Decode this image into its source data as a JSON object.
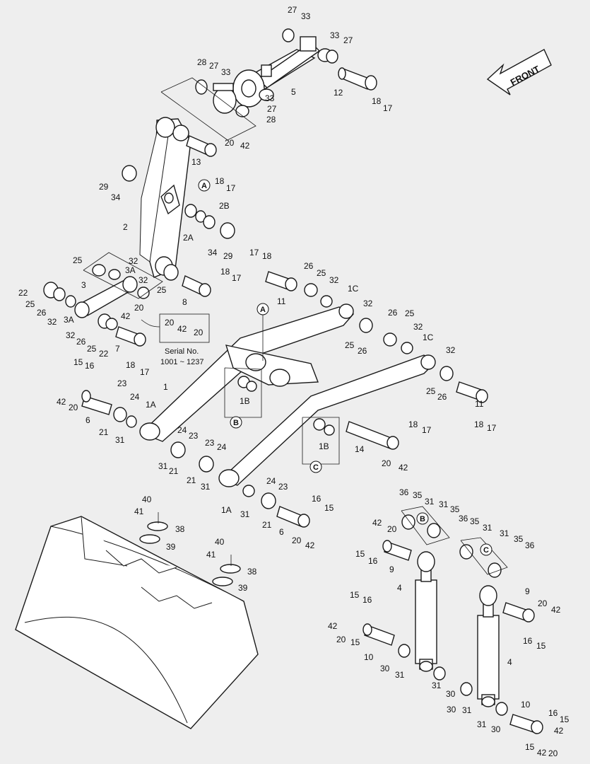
{
  "colors": {
    "background": "#eeeeee",
    "line": "#1a1a1a",
    "fill": "#ffffff"
  },
  "front_arrow": {
    "text": "FRONT"
  },
  "serial_note": {
    "line1": "Serial No.",
    "line2": "1001 ~ 1237"
  },
  "callouts": {
    "A": "A",
    "B": "B",
    "C": "C"
  },
  "parts": {
    "p1": "1",
    "p1A": "1A",
    "p1B": "1B",
    "p1C": "1C",
    "p2": "2",
    "p2A": "2A",
    "p2B": "2B",
    "p3": "3",
    "p3A": "3A",
    "p4": "4",
    "p5": "5",
    "p6": "6",
    "p7": "7",
    "p8": "8",
    "p9": "9",
    "p10": "10",
    "p11": "11",
    "p12": "12",
    "p13": "13",
    "p14": "14",
    "p15": "15",
    "p16": "16",
    "p17": "17",
    "p18": "18",
    "p20": "20",
    "p21": "21",
    "p22": "22",
    "p23": "23",
    "p24": "24",
    "p25": "25",
    "p26": "26",
    "p27": "27",
    "p28": "28",
    "p29": "29",
    "p30": "30",
    "p31": "31",
    "p32": "32",
    "p33": "33",
    "p34": "34",
    "p35": "35",
    "p36": "36",
    "p38": "38",
    "p39": "39",
    "p40": "40",
    "p41": "41",
    "p42": "42"
  }
}
